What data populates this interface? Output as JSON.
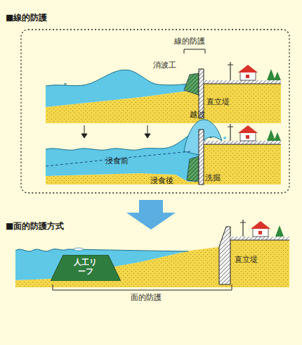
{
  "diagram": {
    "nodes": [
      {
        "text": [
          "人工リーフ"
        ]
      }
    ],
    "labels": [
      "■線的防護",
      "線的防護",
      "消波工",
      "直立堤",
      "越波",
      "浸食前",
      "浸食後",
      "洗掘",
      "■面的防護方式",
      "直立堤",
      "面的防護"
    ]
  }
}
